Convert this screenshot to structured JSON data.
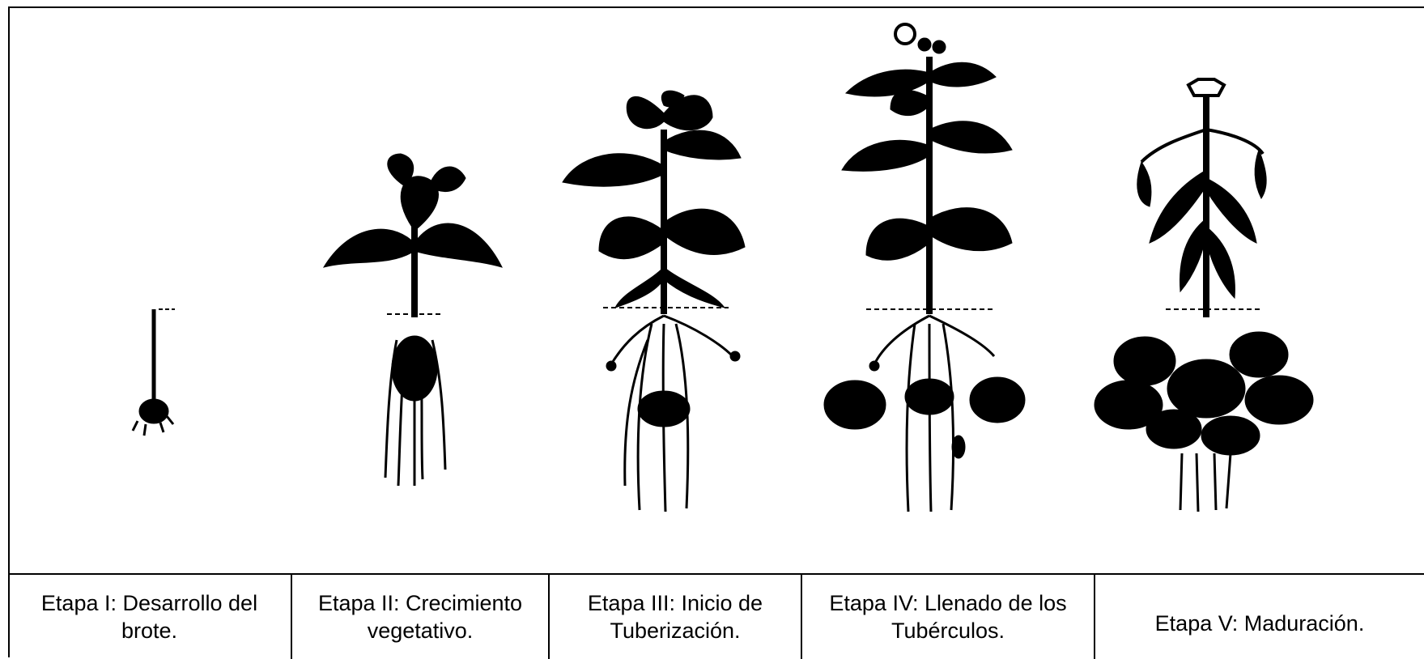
{
  "stages": [
    {
      "label": "Etapa I: Desarrollo del brote."
    },
    {
      "label": "Etapa II: Crecimiento vegetativo."
    },
    {
      "label": "Etapa III: Inicio de Tuberización."
    },
    {
      "label": "Etapa IV: Llenado de los Tubérculos."
    },
    {
      "label": "Etapa V: Maduración."
    }
  ]
}
